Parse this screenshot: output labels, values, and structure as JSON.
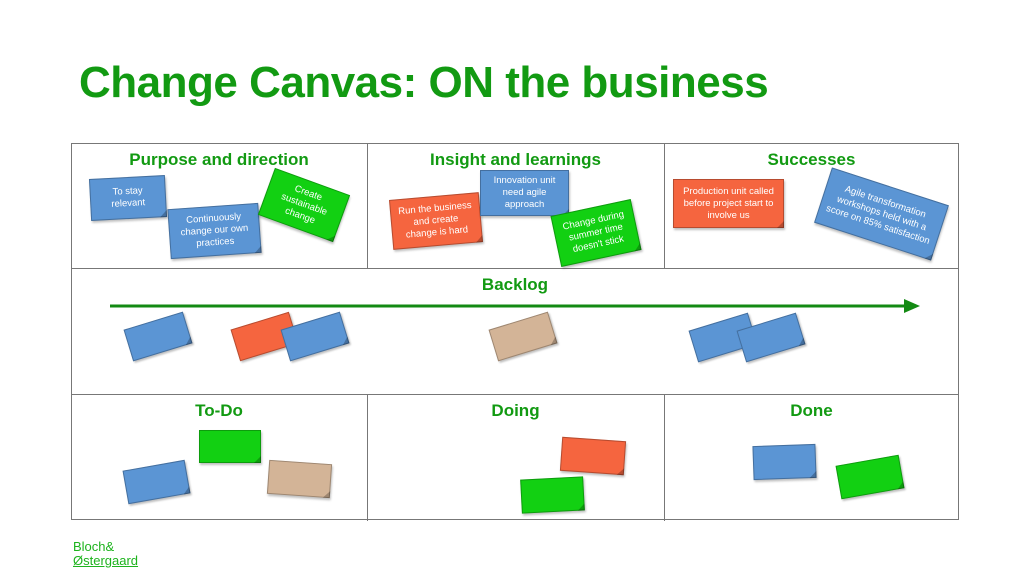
{
  "title": "Change Canvas: ON the business",
  "columns": {
    "purpose": "Purpose and direction",
    "insight": "Insight and learnings",
    "successes": "Successes",
    "backlog": "Backlog",
    "todo": "To-Do",
    "doing": "Doing",
    "done": "Done"
  },
  "notes": {
    "stay_relevant": "To stay relevant",
    "continuously_change": "Continuously change our own practices",
    "create_sustainable": "Create sustainable change",
    "run_business": "Run the business and create change is hard",
    "innovation_unit": "Innovation unit need agile approach",
    "change_summer": "Change during summer time doesn't stick",
    "production_unit": "Production unit called before project start to involve us",
    "agile_workshops": "Agile transformation workshops held with a score on 85% satisfaction"
  },
  "colors": {
    "title_green": "#129a12",
    "note_blue": "#5b95d4",
    "note_red": "#f5653f",
    "note_green": "#12d012",
    "note_tan": "#d3b497",
    "arrow_green": "#138a13"
  },
  "logo": {
    "line1": "Bloch&",
    "line2": "Østergaard"
  }
}
